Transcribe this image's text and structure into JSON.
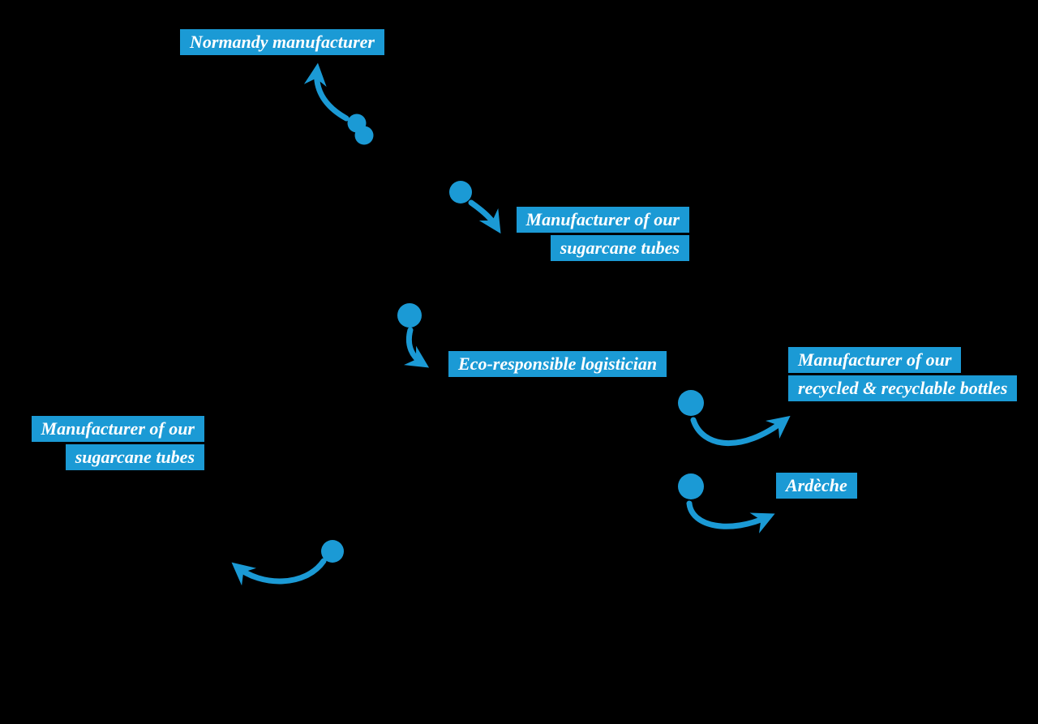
{
  "canvas": {
    "background": "#000000",
    "accent": "#1b9ad5",
    "text_color": "#ffffff"
  },
  "labels": {
    "normandy": {
      "lines": [
        "Normandy manufacturer"
      ]
    },
    "sugarcane_right": {
      "lines": [
        "Manufacturer of our",
        "sugarcane tubes"
      ]
    },
    "logistician": {
      "lines": [
        "Eco-responsible logistician"
      ]
    },
    "bottles": {
      "lines": [
        "Manufacturer of our",
        "recycled & recyclable bottles"
      ]
    },
    "ardeche": {
      "lines": [
        "Ardèche"
      ]
    },
    "sugarcane_left": {
      "lines": [
        "Manufacturer of our",
        "sugarcane tubes"
      ]
    }
  }
}
